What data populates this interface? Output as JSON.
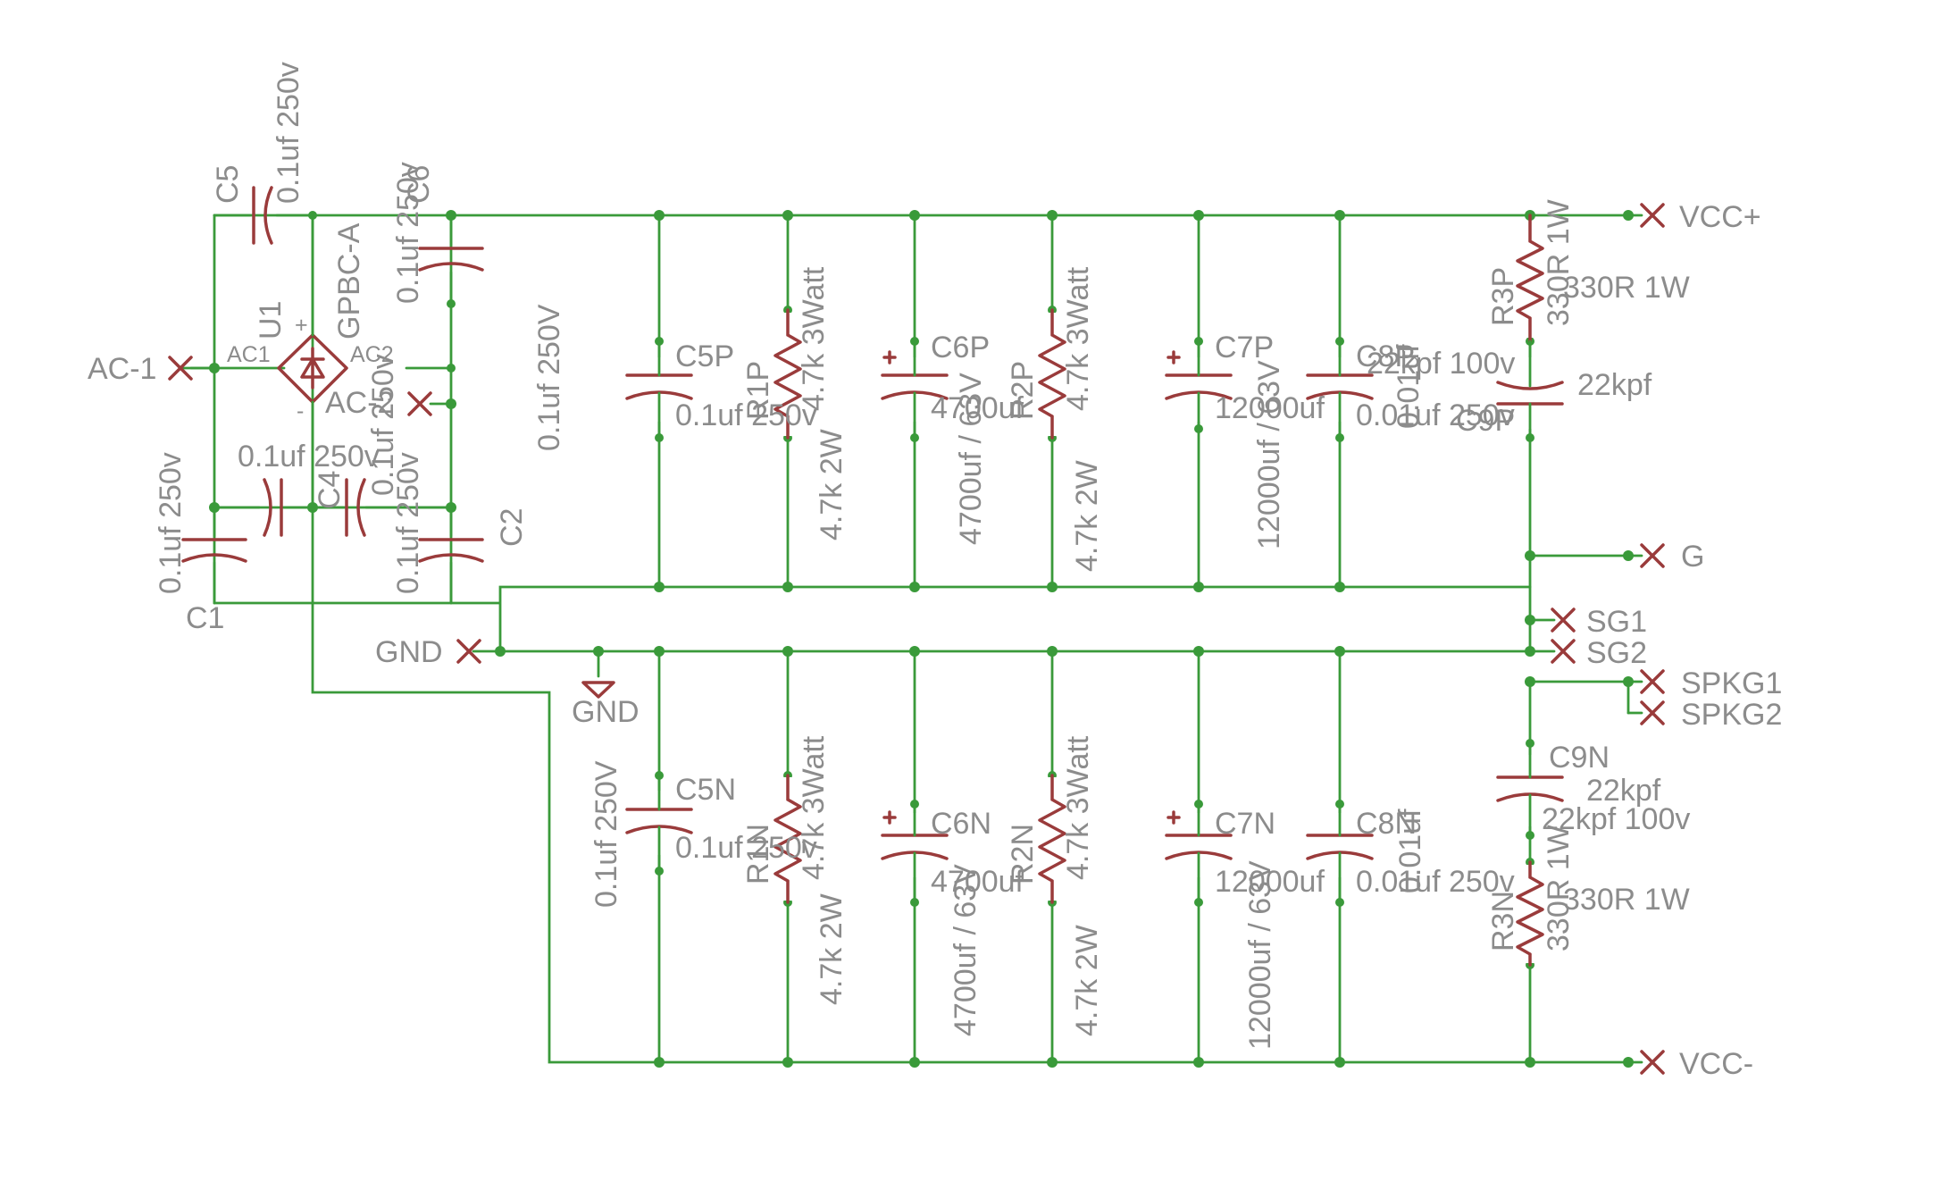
{
  "ports": {
    "ac1": "AC-1",
    "ac2": "AC-2",
    "gnd": "GND",
    "vccp": "VCC+",
    "vccn": "VCC-",
    "g": "G",
    "sg1": "SG1",
    "sg2": "SG2",
    "spkg1": "SPKG1",
    "spkg2": "SPKG2"
  },
  "gnd_symbol": "GND",
  "bridge": {
    "name": "U1",
    "value": "GPBC-A",
    "pin_ac1": "AC1",
    "pin_ac2": "AC2",
    "pin_plus": "+",
    "pin_minus": "-"
  },
  "input_caps": {
    "c1": {
      "name": "C1",
      "value": "0.1uf 250v"
    },
    "c2": {
      "name": "C2",
      "value": "0.1uf 250v"
    },
    "c3": {
      "value": "0.1uf 250v"
    },
    "c4": {
      "name": "C4",
      "value": "0.1uf 250v"
    },
    "c5": {
      "name": "C5",
      "value": "0.1uf 250v"
    },
    "c6": {
      "name": "C6",
      "value": "0.1uf 250v"
    }
  },
  "misc_labels": {
    "v250_top": "0.1uf 250V",
    "v250_bottom": "0.1uf 250V"
  },
  "positive_rail": {
    "c5p": {
      "name": "C5P",
      "value": "0.1uf 250v"
    },
    "r1p": {
      "name": "R1P",
      "value": "4.7k 3Watt",
      "value2": "4.7k 2W"
    },
    "c6p": {
      "name": "C6P",
      "value": "4700uf",
      "value2": "4700uf / 63V"
    },
    "r2p": {
      "name": "R2P",
      "value": "4.7k 3Watt",
      "value2": "4.7k 2W"
    },
    "c7p": {
      "name": "C7P",
      "value": "12000uf",
      "value2": "12000uf / 63V"
    },
    "c8p": {
      "name": "C8P",
      "value": "0.01uf 250v",
      "value2": "0.01uf"
    },
    "r3p": {
      "name": "R3P",
      "value": "330R 1W"
    },
    "c9p": {
      "name": "C9P",
      "value": "22kpf",
      "value2": "22kpf 100v"
    }
  },
  "negative_rail": {
    "c5n": {
      "name": "C5N",
      "value": "0.1uf 250v"
    },
    "r1n": {
      "name": "R1N",
      "value": "4.7k 3Watt",
      "value2": "4.7k 2W"
    },
    "c6n": {
      "name": "C6N",
      "value": "4700uf",
      "value2": "4700uf / 63V"
    },
    "r2n": {
      "name": "R2N",
      "value": "4.7k 3Watt",
      "value2": "4.7k 2W"
    },
    "c7n": {
      "name": "C7N",
      "value": "12000uf",
      "value2": "12000uf / 63V"
    },
    "c8n": {
      "name": "C8N",
      "value": "0.01uf 250v",
      "value2": "0.01uf"
    },
    "r3n": {
      "name": "R3N",
      "value": "330R 1W"
    },
    "c9n": {
      "name": "C9N",
      "value": "22kpf",
      "value2": "22kpf 100v"
    }
  },
  "colors": {
    "wire": "#3a9a3a",
    "component": "#9a3b3b",
    "label": "#8c8c8c",
    "background": "#ffffff"
  }
}
